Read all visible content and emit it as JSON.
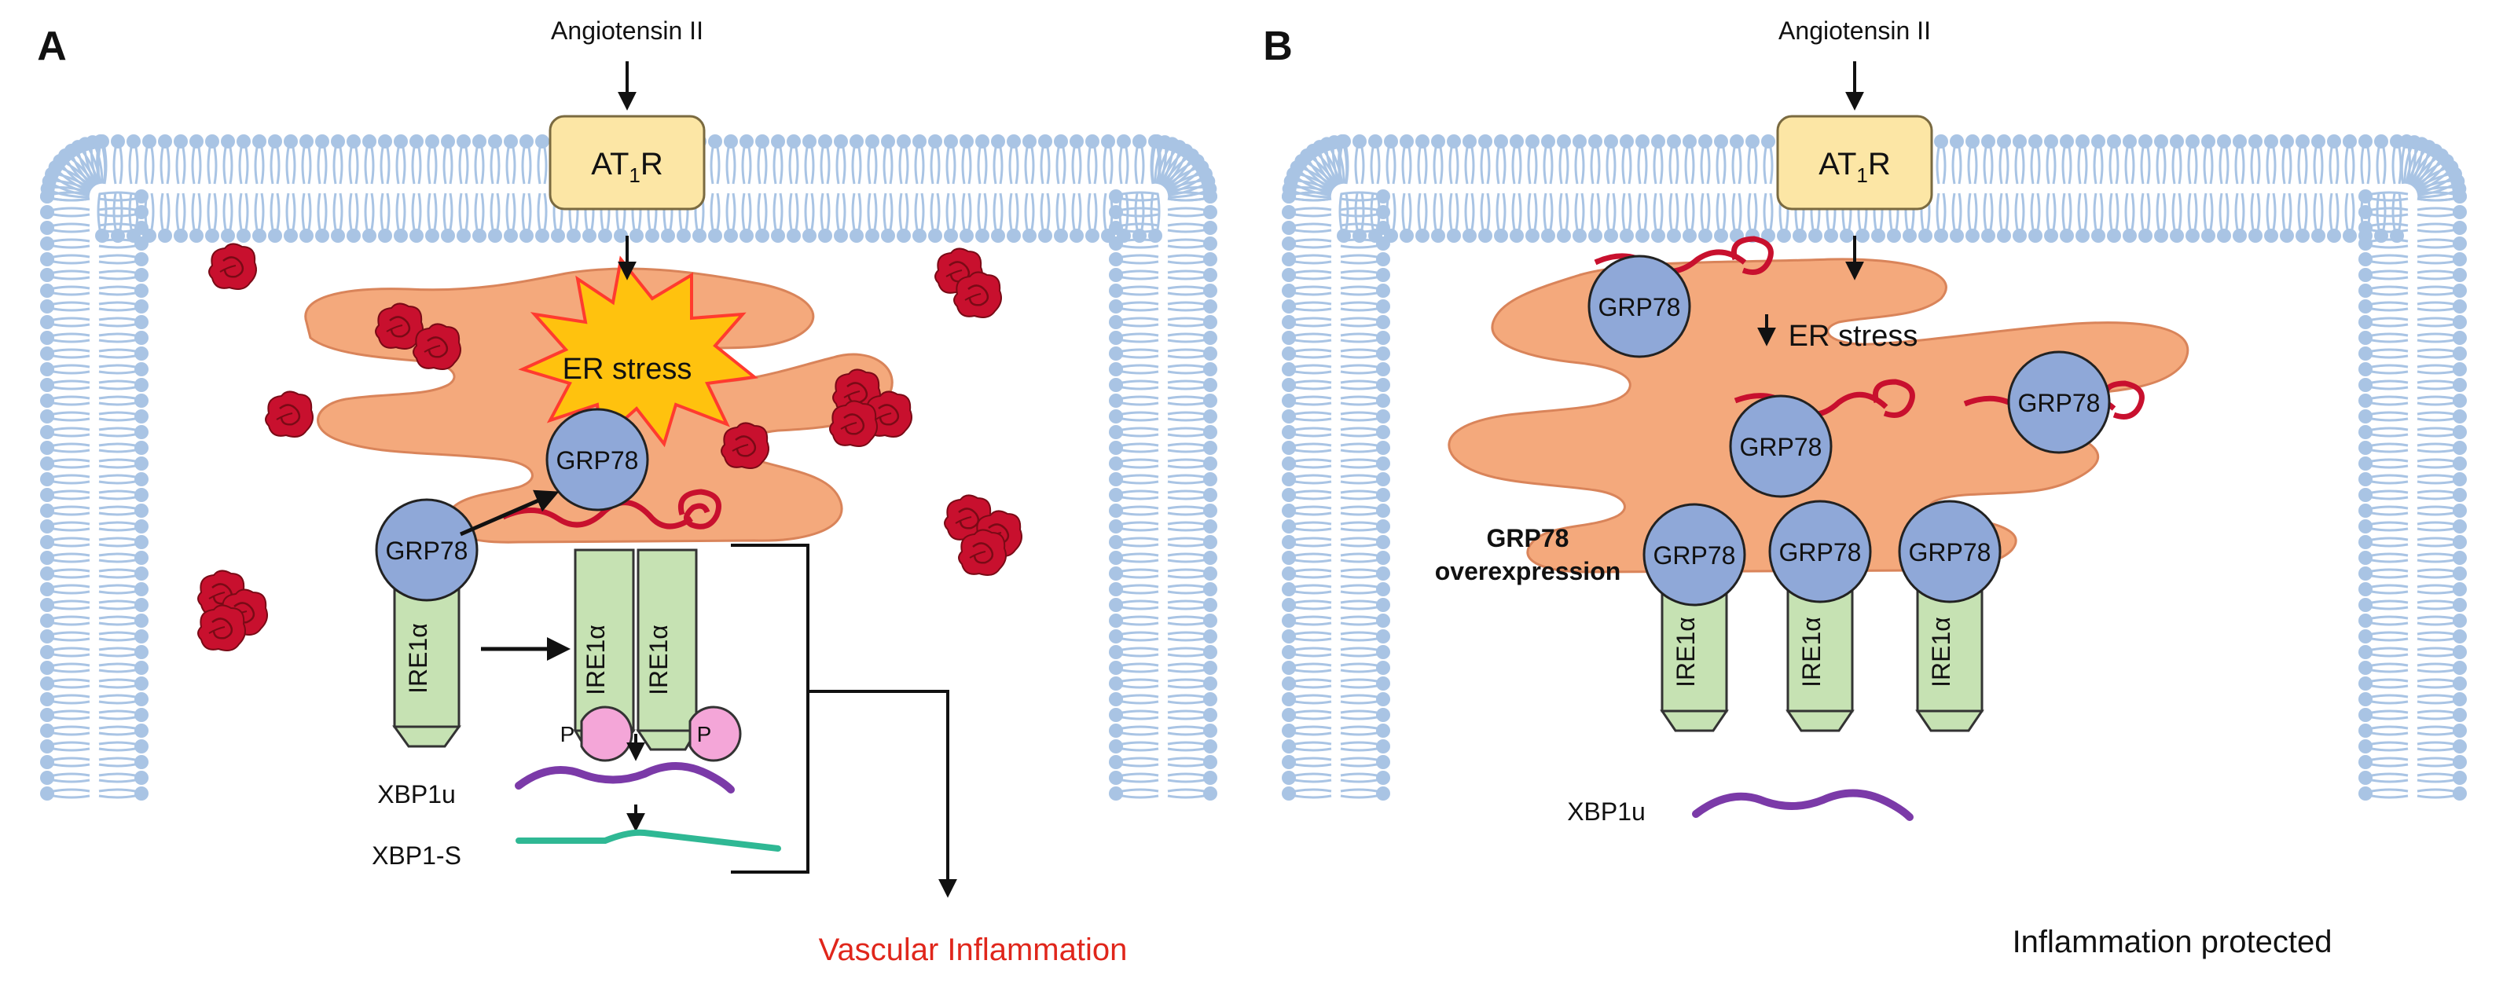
{
  "panels": {
    "a": {
      "letter": "A",
      "stimulus": "Angiotensin II",
      "receptor": "AT",
      "receptor_sub": "1",
      "receptor_end": "R",
      "stress": "ER stress",
      "chaperone": "GRP78",
      "sensor": "IRE1α",
      "phospho": "P",
      "xbp1u": "XBP1u",
      "xbp1s": "XBP1-S",
      "outcome": "Vascular Inflammation"
    },
    "b": {
      "letter": "B",
      "stimulus": "Angiotensin II",
      "receptor": "AT",
      "receptor_sub": "1",
      "receptor_end": "R",
      "stress": "ER stress",
      "chaperone": "GRP78",
      "overexp_line1": "GRP78",
      "overexp_line2": "overexpression",
      "sensor": "IRE1α",
      "xbp1u": "XBP1u",
      "outcome": "Inflammation protected"
    }
  },
  "colors": {
    "membrane": "#a9c4e4",
    "er": "#f4a97c",
    "er_stroke": "#d9845a",
    "grp78": "#8fa8d8",
    "ire1": "#c6e2b3",
    "receptor": "#fce6a5",
    "stress_fill": "#ffc20e",
    "stress_stroke": "#ff3b2f",
    "aggregate": "#c8102e",
    "xbp1u": "#7b3aa8",
    "xbp1s": "#2fb894",
    "phospho": "#f4a6d8",
    "outcome_red": "#e0261b"
  }
}
